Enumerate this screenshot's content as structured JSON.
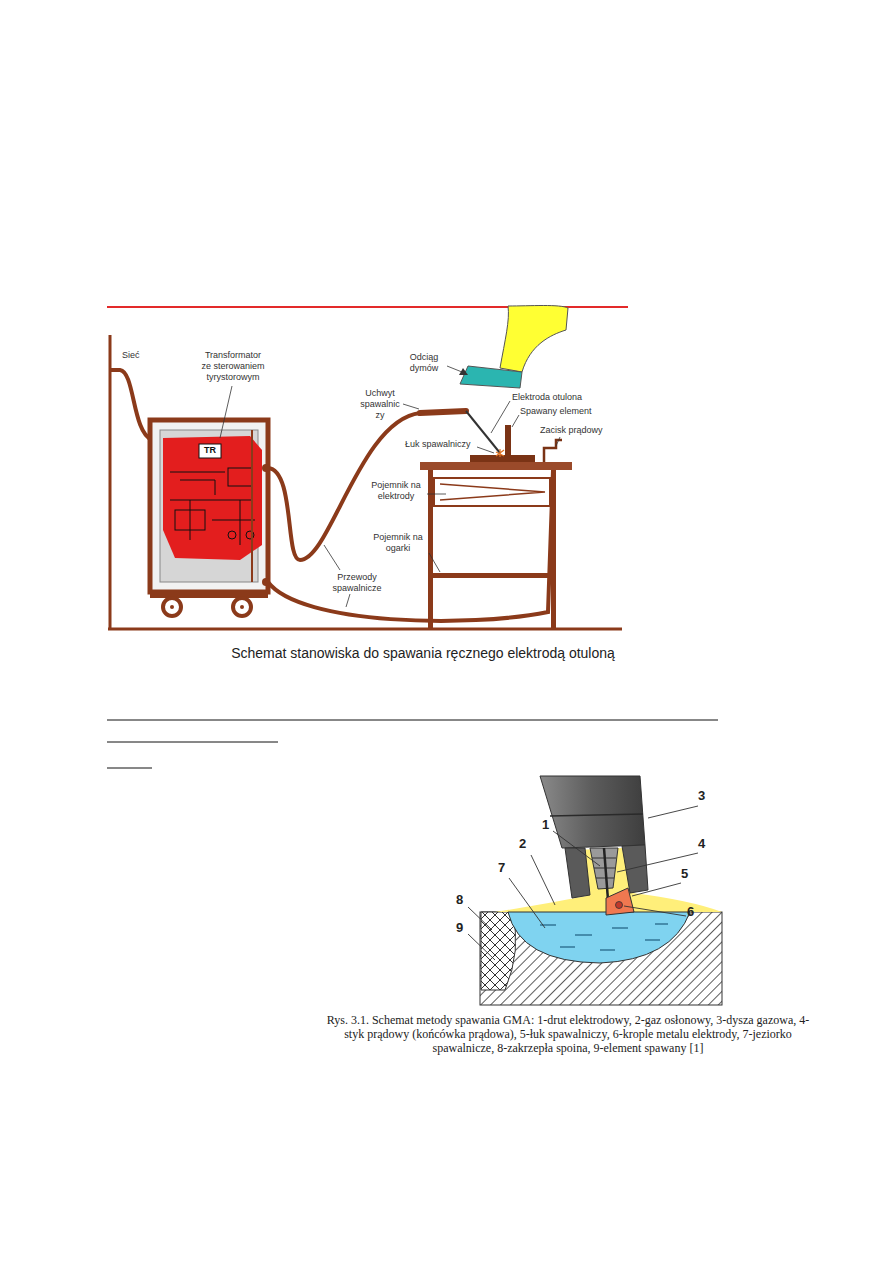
{
  "diagram": {
    "labels": [
      "Sieć",
      "Transformator ze sterowaniem tyrystorowym",
      "Odciąg dymów",
      "Uchwyt spawalniczy",
      "Elektroda otulona",
      "Spawany element",
      "Zacisk prądowy",
      "Łuk spawalniczy",
      "TR",
      "Pojemnik na elektrody",
      "Pojemnik na ogarki",
      "Przewody spawalnicze",
      "Schemat stanowiska do spawania ręcznego elektrodą otuloną",
      "3",
      "1",
      "4",
      "2",
      "5",
      "7",
      "6",
      "8",
      "9",
      "Rys. 3.1. Schemat metody spawania GMA: 1-drut elektrodowy, 2-gaz osłonowy, 3-dysza gazowa, 4-styk prądowy (końcówka prądowa), 5-łuk spawalniczy, 6-krople metalu elektrody, 7-jeziorko spawalnicze, 8-zakrzepła spoina, 9-element spawany [1]"
    ]
  }
}
